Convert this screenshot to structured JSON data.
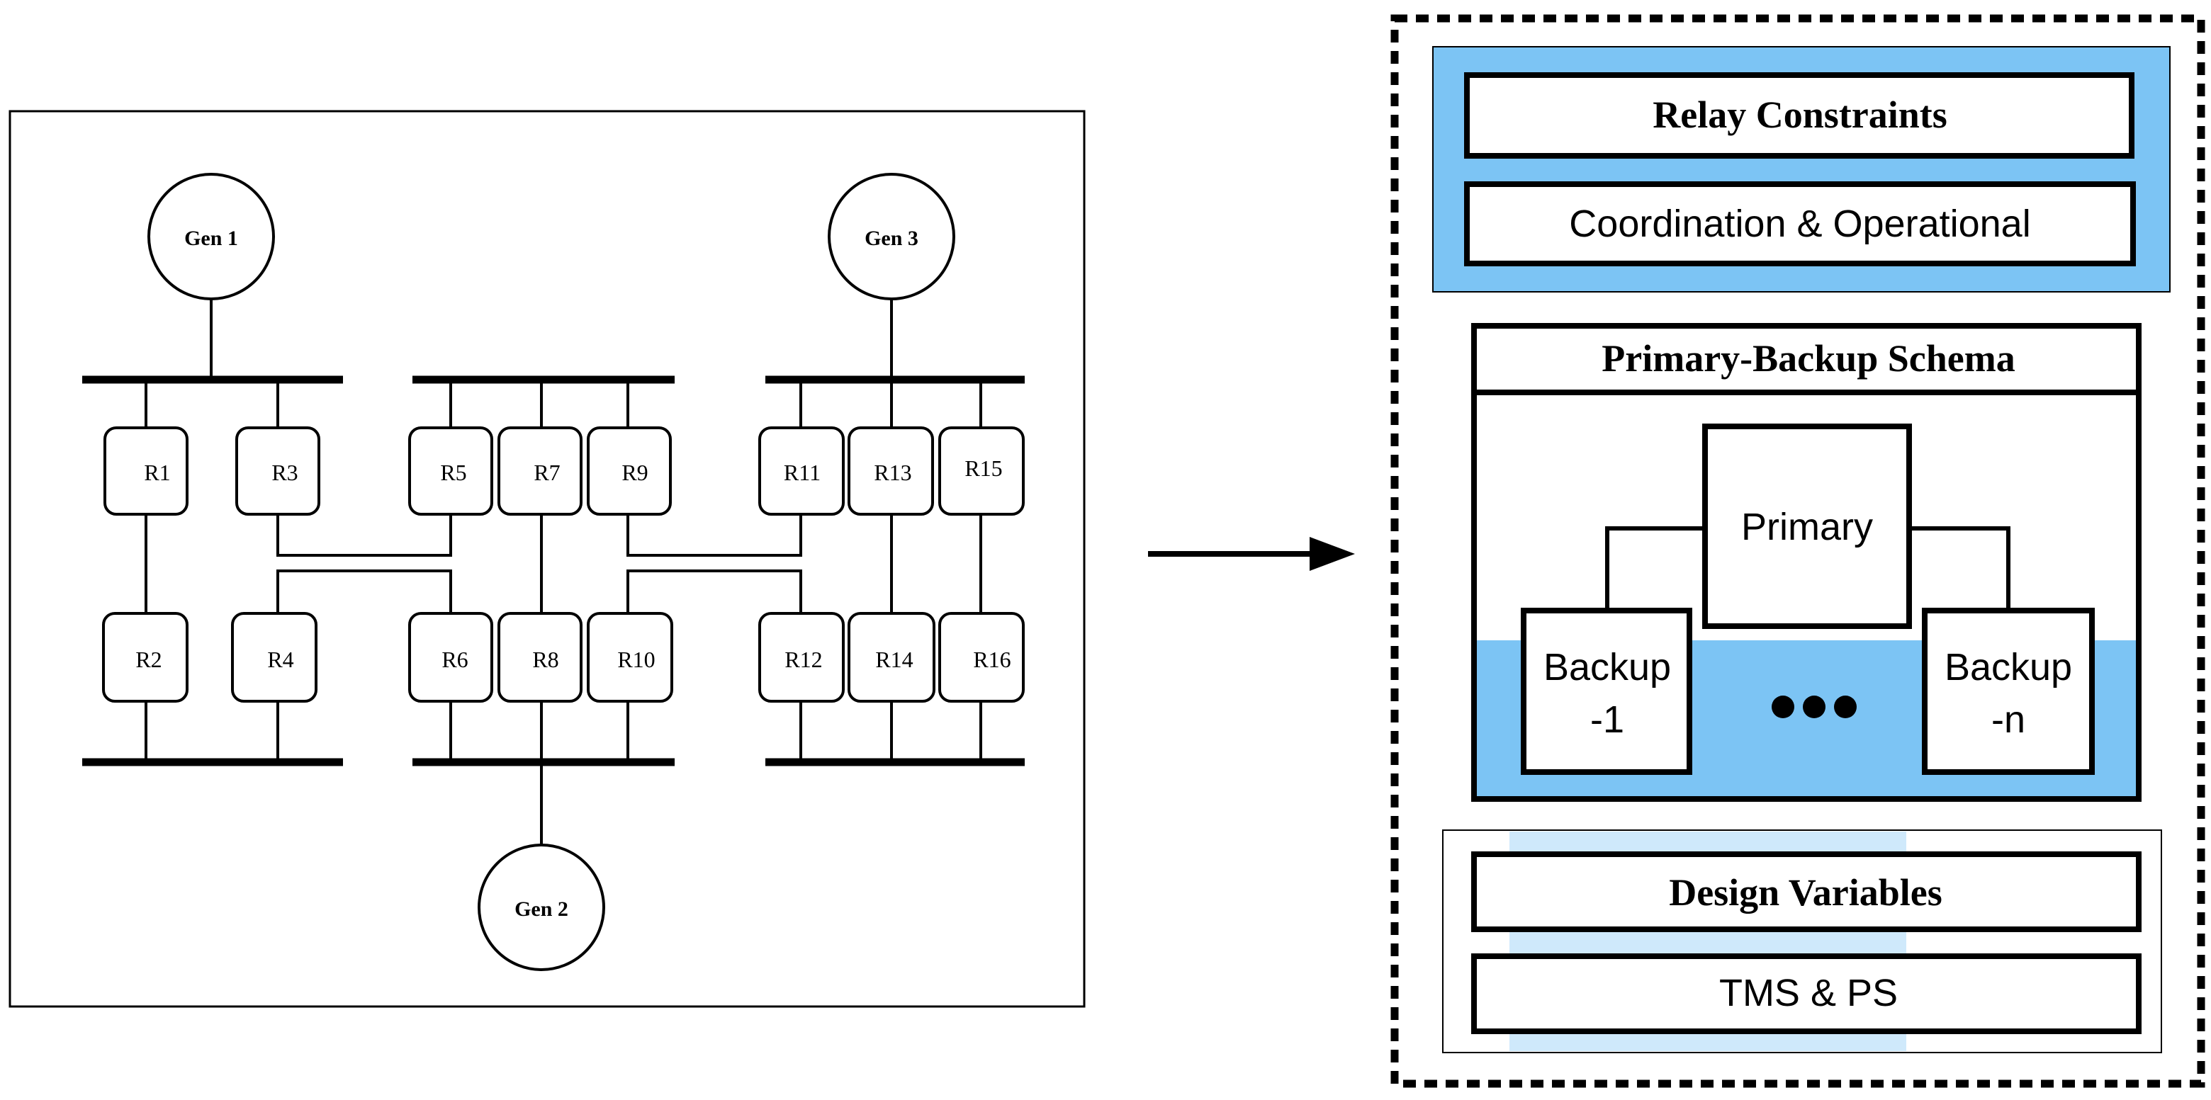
{
  "network": {
    "generators": [
      {
        "id": "gen-1",
        "label": "Gen 1"
      },
      {
        "id": "gen-2",
        "label": "Gen 2"
      },
      {
        "id": "gen-3",
        "label": "Gen 3"
      }
    ],
    "relays": [
      "R1",
      "R2",
      "R3",
      "R4",
      "R5",
      "R6",
      "R7",
      "R8",
      "R9",
      "R10",
      "R11",
      "R12",
      "R13",
      "R14",
      "R15",
      "R16"
    ]
  },
  "schema": {
    "relay_constraints_title": "Relay Constraints",
    "relay_constraints_detail": "Coordination & Operational",
    "primary_backup_title": "Primary-Backup Schema",
    "primary_label": "Primary",
    "backup_first_label": [
      "Backup",
      "-1"
    ],
    "backup_last_label": [
      "Backup",
      "-n"
    ],
    "design_variables_title": "Design Variables",
    "design_variables_detail": "TMS & PS"
  },
  "colors": {
    "accent_blue": "#7cc4f4",
    "light_blue": "#cfe9fb",
    "line": "#000000"
  }
}
